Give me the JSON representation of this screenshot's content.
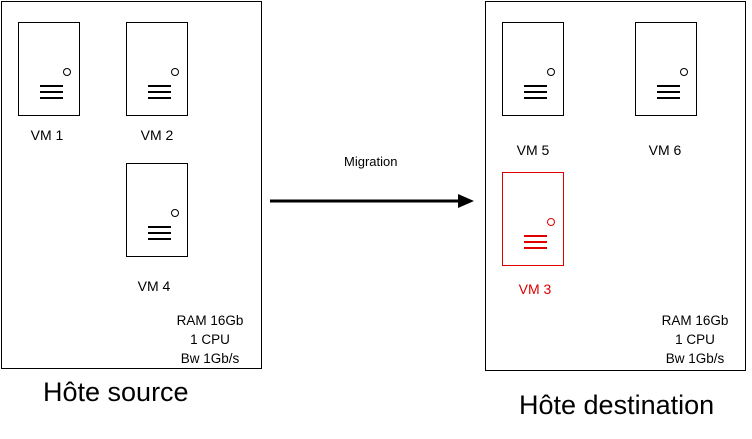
{
  "colors": {
    "normal": "#000000",
    "migrated": "#e00000"
  },
  "source_host": {
    "title": "Hôte source",
    "vms": [
      {
        "name": "VM 1"
      },
      {
        "name": "VM 2"
      },
      {
        "name": "VM 4"
      }
    ],
    "specs": {
      "ram": "RAM 16Gb",
      "cpu": "1 CPU",
      "bw": "Bw 1Gb/s"
    }
  },
  "migration": {
    "label": "Migration"
  },
  "dest_host": {
    "title": "Hôte destination",
    "vms": [
      {
        "name": "VM 5"
      },
      {
        "name": "VM 6"
      },
      {
        "name": "VM 3"
      }
    ],
    "specs": {
      "ram": "RAM 16Gb",
      "cpu": "1 CPU",
      "bw": "Bw 1Gb/s"
    }
  }
}
